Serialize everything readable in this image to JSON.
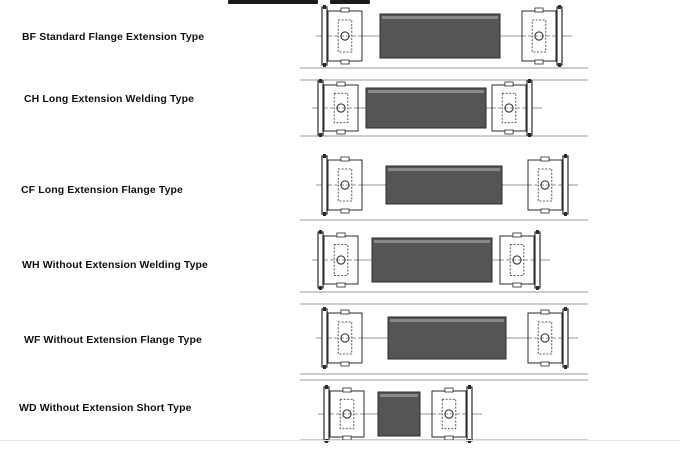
{
  "colors": {
    "ink": "#2b2b2b",
    "shaft_fill": "#555555",
    "background": "#ffffff"
  },
  "types": [
    {
      "code": "BF",
      "label": "BF Standard Flange Extension Type"
    },
    {
      "code": "CH",
      "label": "CH Long Extension Welding  Type"
    },
    {
      "code": "CF",
      "label": "CF Long Extension Flange Type"
    },
    {
      "code": "WH",
      "label": "WH Without Extension Welding Type"
    },
    {
      "code": "WF",
      "label": "WF Without Extension Flange Type"
    },
    {
      "code": "WD",
      "label": "WD Without Extension Short Type"
    }
  ]
}
